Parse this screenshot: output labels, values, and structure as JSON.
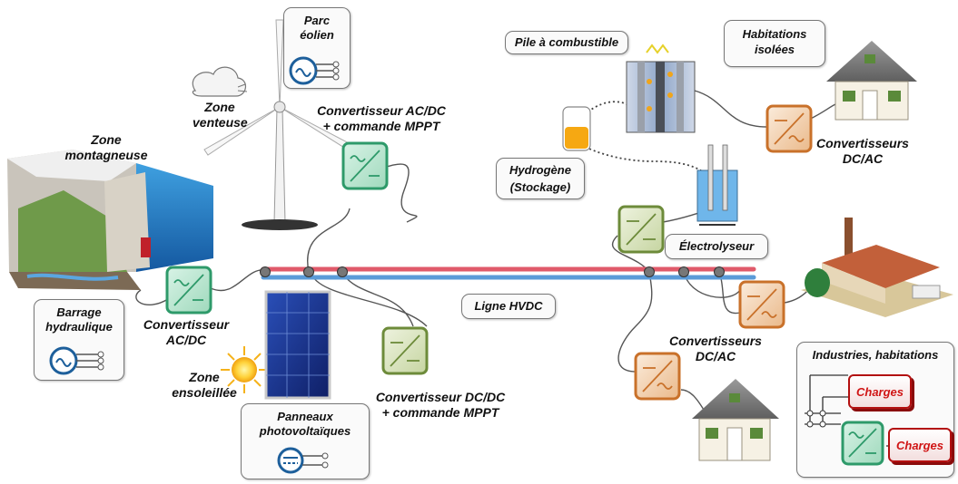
{
  "labels": {
    "parc_eolien": "Parc éolien",
    "zone_venteuse_1": "Zone",
    "zone_venteuse_2": "venteuse",
    "conv_ac_dc_mppt_1": "Convertisseur AC/DC",
    "conv_ac_dc_mppt_2": "+ commande MPPT",
    "zone_montagneuse_1": "Zone",
    "zone_montagneuse_2": "montagneuse",
    "barrage_1": "Barrage",
    "barrage_2": "hydraulique",
    "conv_ac_dc_1": "Convertisseur",
    "conv_ac_dc_2": "AC/DC",
    "zone_ensoleillee_1": "Zone",
    "zone_ensoleillee_2": "ensoleillée",
    "panneaux_1": "Panneaux",
    "panneaux_2": "photovoltaïques",
    "conv_dc_dc_1": "Convertisseur DC/DC",
    "conv_dc_dc_2": "+ commande MPPT",
    "ligne_hvdc": "Ligne HVDC",
    "pile": "Pile à combustible",
    "hydrogene": "Hydrogène",
    "stockage": "(Stockage)",
    "electrolyseur": "Électrolyseur",
    "habitations_1": "Habitations",
    "habitations_2": "isolées",
    "conv_dc_ac_top_1": "Convertisseurs",
    "conv_dc_ac_top_2": "DC/AC",
    "conv_dc_ac_mid_1": "Convertisseurs",
    "conv_dc_ac_mid_2": "DC/AC",
    "industries": "Industries, habitations",
    "charges_1": "Charges",
    "charges_2": "Charges"
  },
  "colors": {
    "hvdc_red": "#e05a6a",
    "hvdc_blue": "#5b9bd8",
    "converter_green": "#2e9a6a",
    "converter_olive": "#6d8b3a",
    "converter_orange": "#c9712a",
    "charges_red": "#d01515"
  }
}
